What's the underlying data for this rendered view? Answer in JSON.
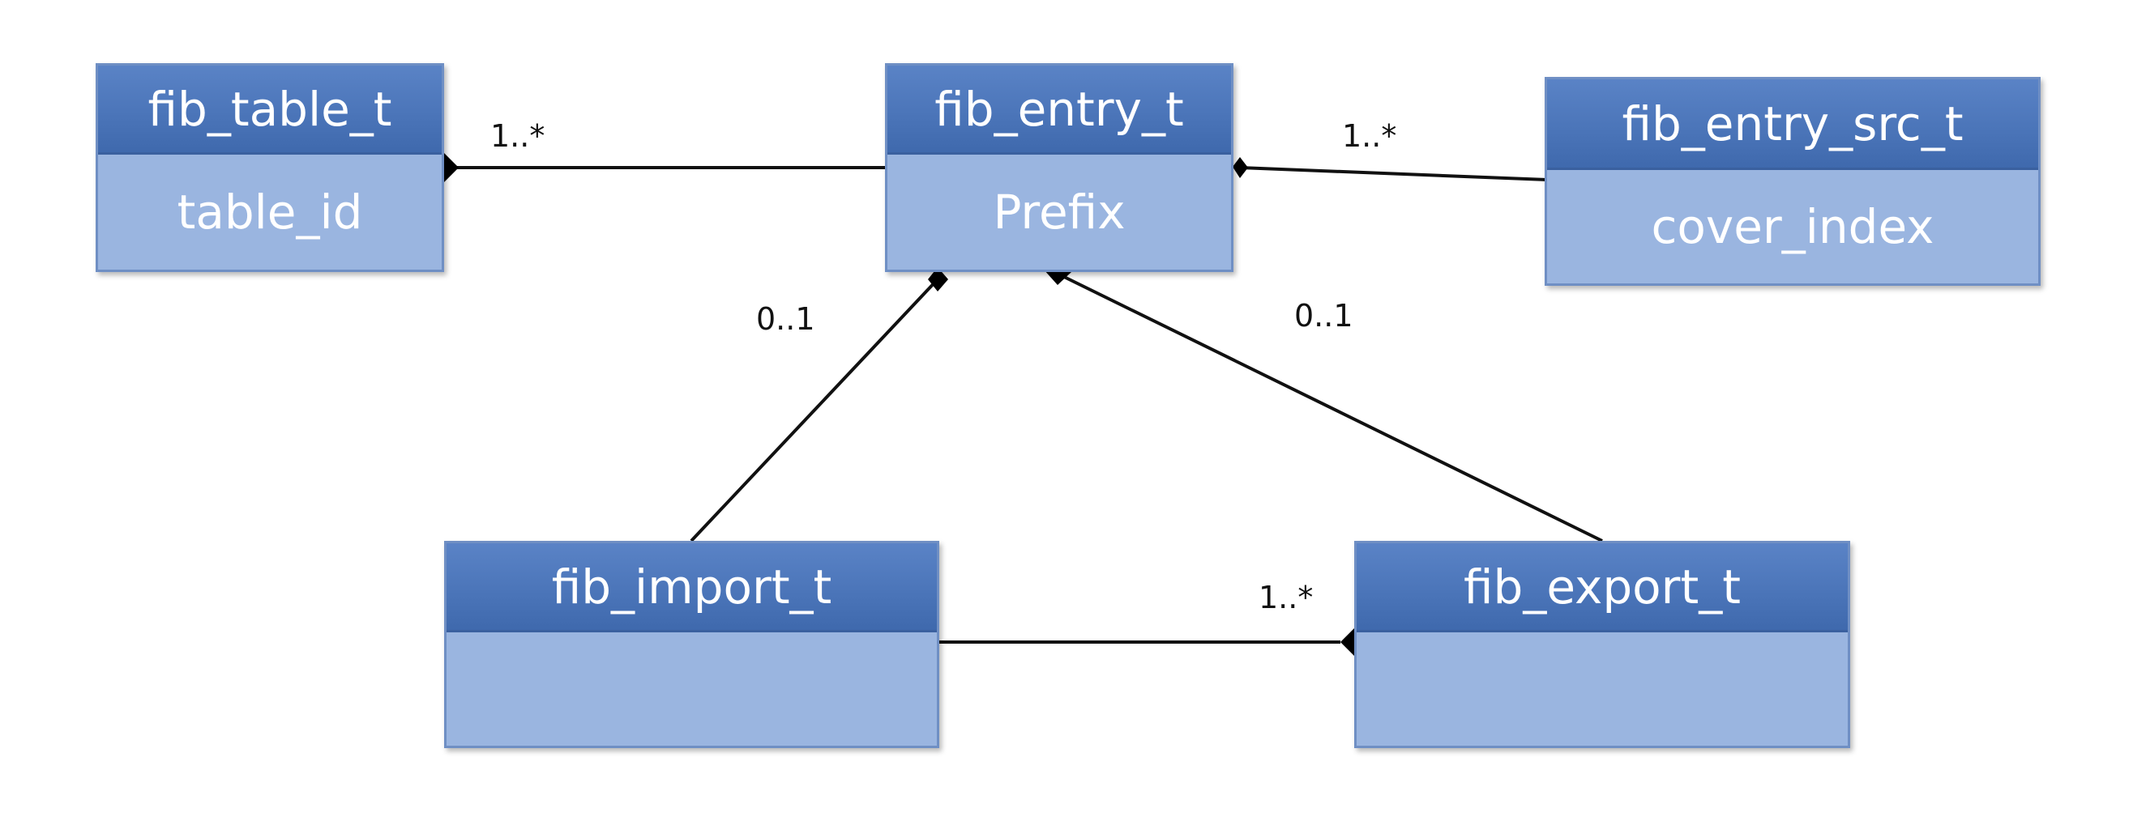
{
  "classes": {
    "fib_table": {
      "name": "fib_table_t",
      "attribute": "table_id"
    },
    "fib_entry": {
      "name": "fib_entry_t",
      "attribute": "Prefix"
    },
    "fib_entry_src": {
      "name": "fib_entry_src_t",
      "attribute": "cover_index"
    },
    "fib_import": {
      "name": "fib_import_t",
      "attribute": ""
    },
    "fib_export": {
      "name": "fib_export_t",
      "attribute": ""
    }
  },
  "multiplicities": {
    "table_entry": "1..*",
    "entry_src": "1..*",
    "entry_import": "0..1",
    "entry_export": "0..1",
    "import_export": "1..*"
  },
  "colors": {
    "header": "#4a74b8",
    "body": "#9ab5e0",
    "border": "#6f8fc4",
    "line": "#111111"
  }
}
